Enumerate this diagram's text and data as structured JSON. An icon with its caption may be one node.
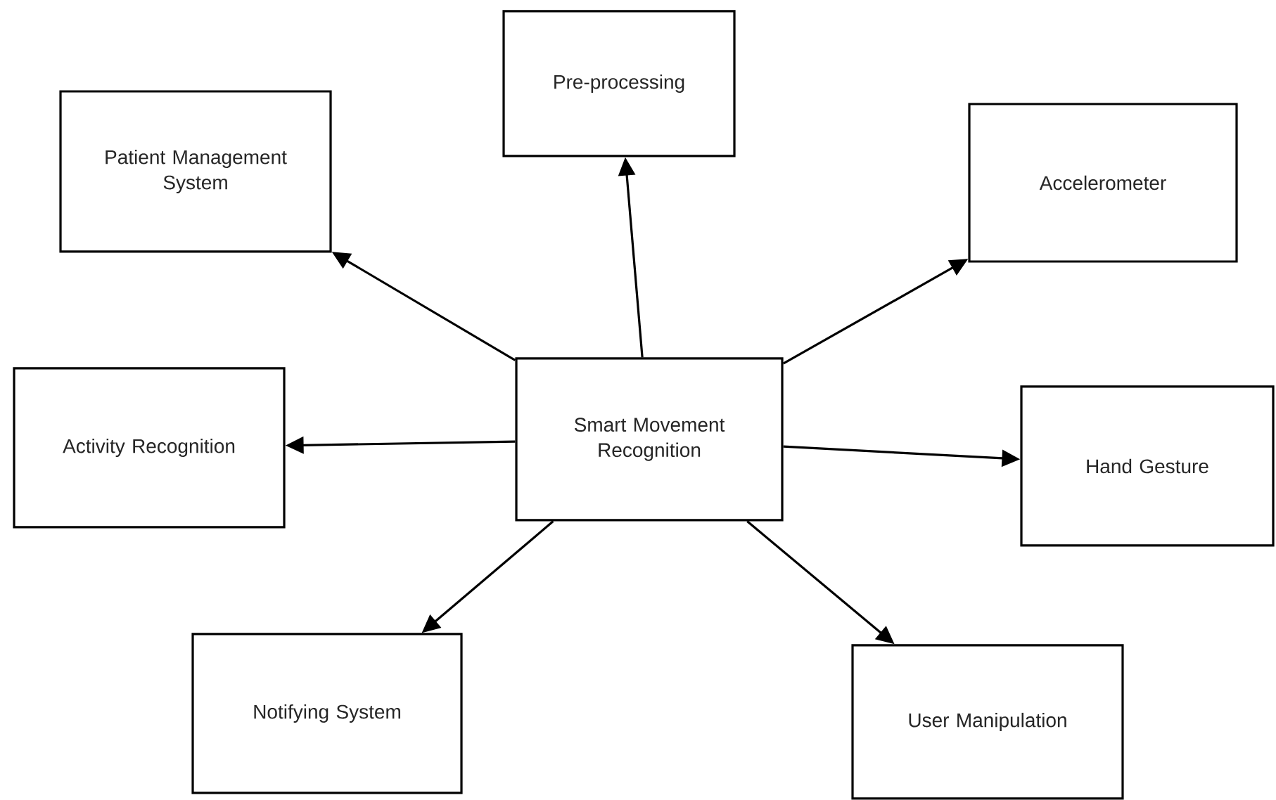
{
  "diagram": {
    "nodes": [
      {
        "text": [
          "Smart Movement Recognition"
        ]
      },
      {
        "text": [
          "Pre-processing"
        ]
      },
      {
        "text": [
          "Patient Management System"
        ]
      },
      {
        "text": [
          "Accelerometer"
        ]
      },
      {
        "text": [
          "Activity Recognition"
        ]
      },
      {
        "text": [
          "Hand Gesture"
        ]
      },
      {
        "text": [
          "Notifying System"
        ]
      },
      {
        "text": [
          "User Manipulation"
        ]
      }
    ],
    "edges": [
      {
        "from": 0,
        "to": 1,
        "arrow": "to"
      },
      {
        "from": 0,
        "to": 2,
        "arrow": "to"
      },
      {
        "from": 0,
        "to": 3,
        "arrow": "to"
      },
      {
        "from": 0,
        "to": 4,
        "arrow": "to"
      },
      {
        "from": 0,
        "to": 5,
        "arrow": "to"
      },
      {
        "from": 0,
        "to": 6,
        "arrow": "to"
      },
      {
        "from": 0,
        "to": 7,
        "arrow": "to"
      }
    ]
  }
}
